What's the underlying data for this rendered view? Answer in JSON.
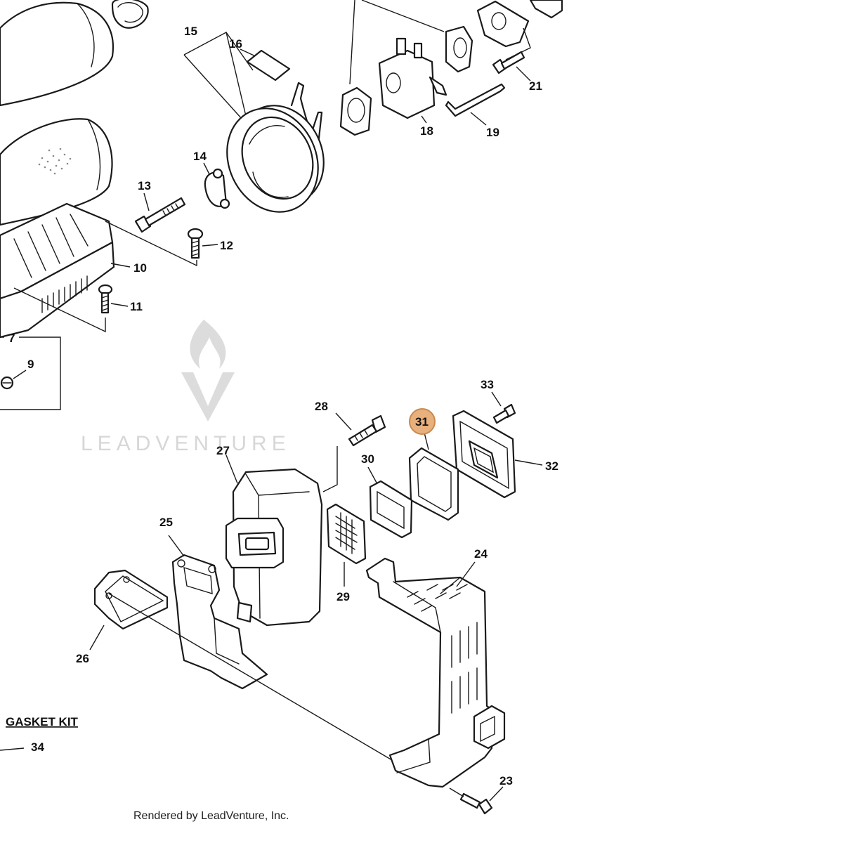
{
  "diagram": {
    "section_label": "GASKET KIT",
    "credit": "Rendered by LeadVenture, Inc.",
    "watermark": "LEADVENTURE",
    "highlight_color": "#e8b07c",
    "highlight_stroke": "#c98a4e",
    "highlighted_callout": "31",
    "callouts": {
      "c7": "7",
      "c9": "9",
      "c10": "10",
      "c11": "11",
      "c12": "12",
      "c13": "13",
      "c14": "14",
      "c15": "15",
      "c16": "16",
      "c18": "18",
      "c19": "19",
      "c21": "21",
      "c23": "23",
      "c24": "24",
      "c25": "25",
      "c26": "26",
      "c27": "27",
      "c28": "28",
      "c29": "29",
      "c30": "30",
      "c31": "31",
      "c32": "32",
      "c33": "33",
      "c34": "34"
    }
  }
}
